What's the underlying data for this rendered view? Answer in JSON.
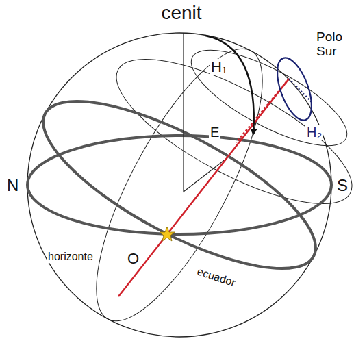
{
  "diagram": {
    "labels": [
      "cenit",
      "Polo Sur",
      "H₁",
      "E",
      "H₂",
      "N",
      "S",
      "horizonte",
      "O",
      "ecuador"
    ]
  }
}
